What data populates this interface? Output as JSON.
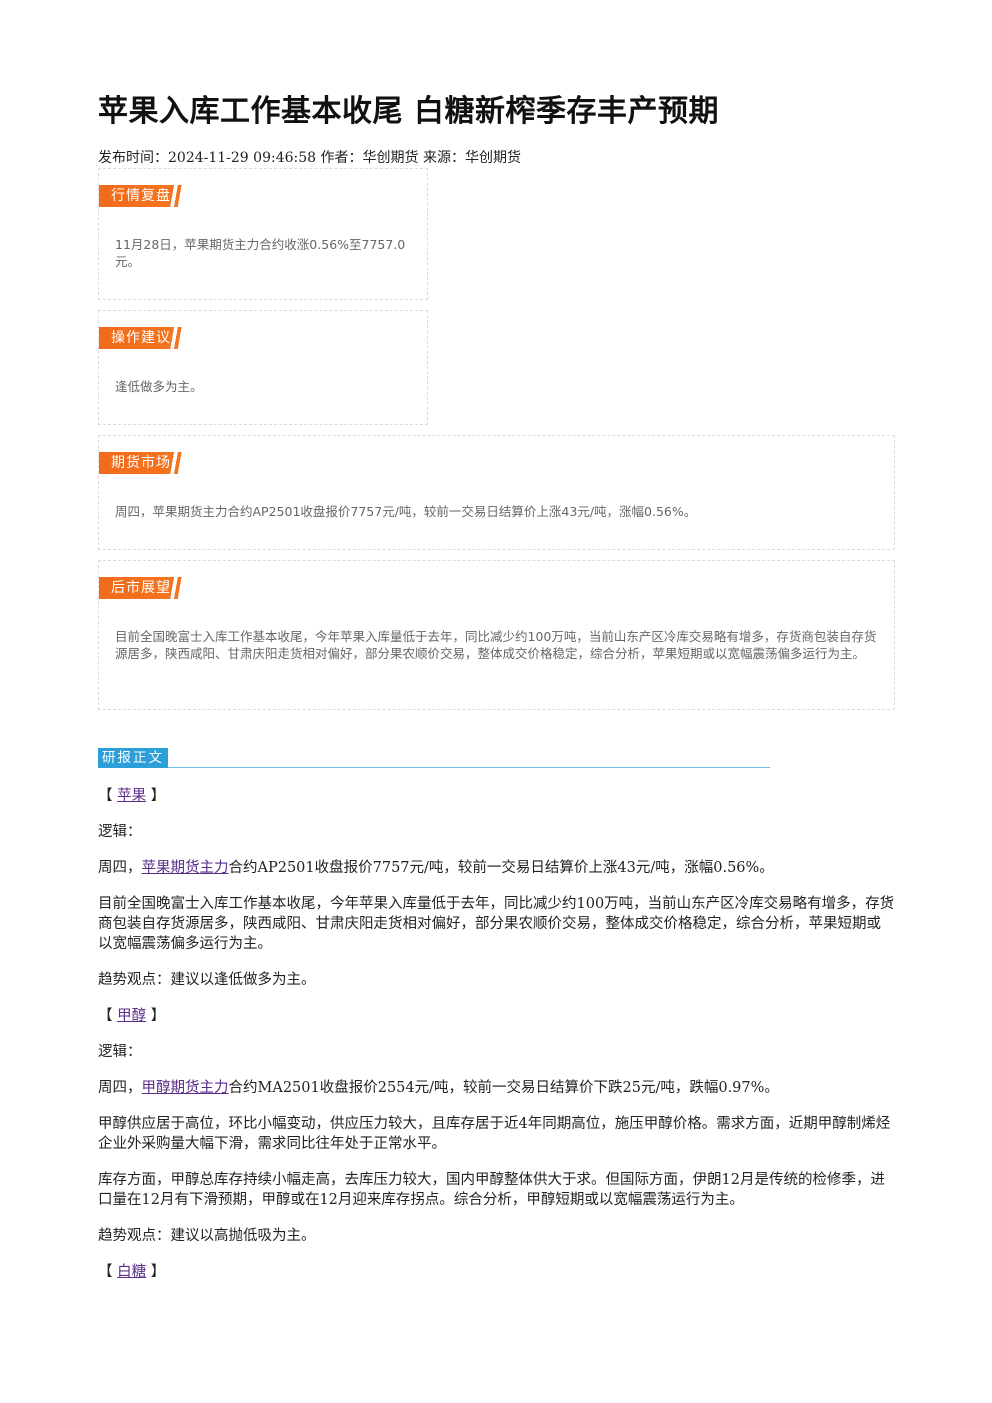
{
  "article": {
    "title": "苹果入库工作基本收尾 白糖新榨季存丰产预期",
    "meta": "发布时间：2024-11-29 09:46:58 作者：华创期货 来源：华创期货"
  },
  "cards": {
    "review": {
      "label": "行情复盘",
      "text": "11月28日，苹果期货主力合约收涨0.56%至7757.0元。"
    },
    "advice": {
      "label": "操作建议",
      "text": "逢低做多为主。"
    },
    "futures": {
      "label": "期货市场",
      "text": "周四，苹果期货主力合约AP2501收盘报价7757元/吨，较前一交易日结算价上涨43元/吨，涨幅0.56%。"
    },
    "outlook": {
      "label": "后市展望",
      "text": "目前全国晚富士入库工作基本收尾，今年苹果入库量低于去年，同比减少约100万吨，当前山东产区冷库交易略有增多，存货商包装自存货源居多，陕西咸阳、甘肃庆阳走货相对偏好，部分果农顺价交易，整体成交价格稳定，综合分析，苹果短期或以宽幅震荡偏多运行为主。"
    }
  },
  "report": {
    "section_label": "研报正文",
    "apple": {
      "open": "【",
      "name": "苹果",
      "close": "】",
      "logic": "逻辑：",
      "p1_prefix": "周四，",
      "p1_link": "苹果期货主力",
      "p1_rest": "合约AP2501收盘报价7757元/吨，较前一交易日结算价上涨43元/吨，涨幅0.56%。",
      "p2": "目前全国晚富士入库工作基本收尾，今年苹果入库量低于去年，同比减少约100万吨，当前山东产区冷库交易略有增多，存货商包装自存货源居多，陕西咸阳、甘肃庆阳走货相对偏好，部分果农顺价交易，整体成交价格稳定，综合分析，苹果短期或以宽幅震荡偏多运行为主。",
      "view": "趋势观点：建议以逢低做多为主。"
    },
    "methanol": {
      "open": "【",
      "name": "甲醇",
      "close": "】",
      "logic": "逻辑：",
      "p1_prefix": "周四，",
      "p1_link": "甲醇期货主力",
      "p1_rest": "合约MA2501收盘报价2554元/吨，较前一交易日结算价下跌25元/吨，跌幅0.97%。",
      "p2": "甲醇供应居于高位，环比小幅变动，供应压力较大，且库存居于近4年同期高位，施压甲醇价格。需求方面，近期甲醇制烯烃企业外采购量大幅下滑，需求同比往年处于正常水平。",
      "p3": "库存方面，甲醇总库存持续小幅走高，去库压力较大，国内甲醇整体供大于求。但国际方面，伊朗12月是传统的检修季，进口量在12月有下滑预期，甲醇或在12月迎来库存拐点。综合分析，甲醇短期或以宽幅震荡运行为主。",
      "view": "趋势观点：建议以高抛低吸为主。"
    },
    "sugar": {
      "open": "【",
      "name": "白糖",
      "close": "】"
    }
  }
}
